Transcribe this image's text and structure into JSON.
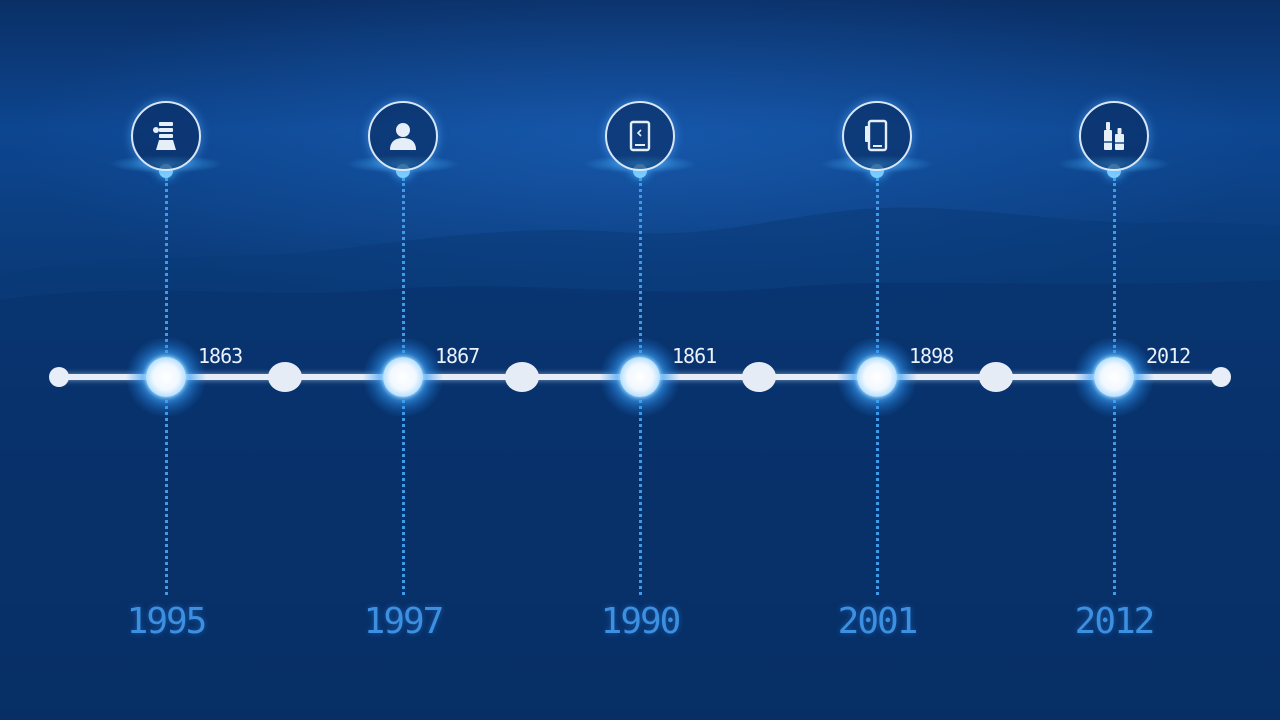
{
  "timeline": {
    "milestones": [
      {
        "icon": "trophy-icon",
        "node_label": "1863",
        "year": "1995"
      },
      {
        "icon": "user-icon",
        "node_label": "1867",
        "year": "1997"
      },
      {
        "icon": "phone-icon",
        "node_label": "1861",
        "year": "1990"
      },
      {
        "icon": "tablet-icon",
        "node_label": "1898",
        "year": "2001"
      },
      {
        "icon": "bottles-icon",
        "node_label": "2012",
        "year": "2012"
      }
    ]
  },
  "colors": {
    "background": "#0b3c7c",
    "line": "#e8eef7",
    "glow": "#5ec0ff",
    "year_text": "#3d8fe0"
  }
}
